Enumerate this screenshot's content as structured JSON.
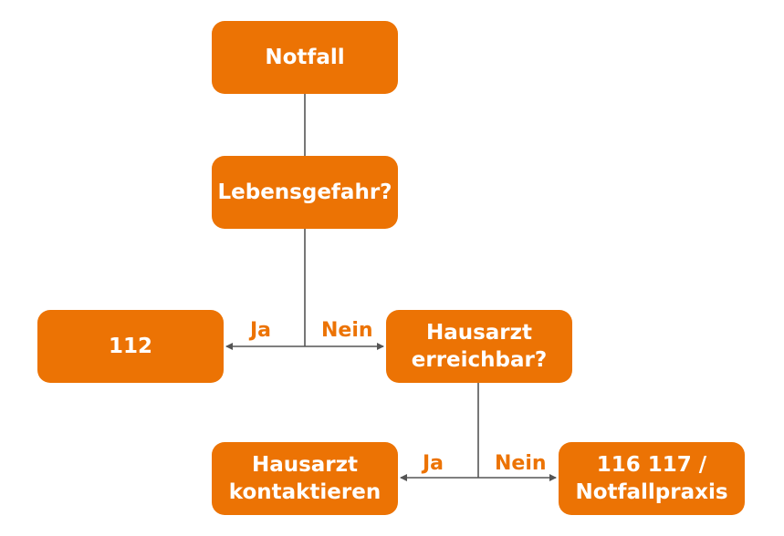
{
  "colors": {
    "box_fill": "#ec7304",
    "box_text": "#ffffff",
    "label_text": "#ec7304",
    "connector": "#555555"
  },
  "nodes": {
    "notfall": "Notfall",
    "lebensgefahr": "Lebensgefahr?",
    "notruf": "112",
    "hausarzt_erreichbar": {
      "line1": "Hausarzt",
      "line2": "erreichbar?"
    },
    "hausarzt_kontaktieren": {
      "line1": "Hausarzt",
      "line2": "kontaktieren"
    },
    "notfallpraxis": {
      "line1": "116 117 /",
      "line2": "Notfallpraxis"
    }
  },
  "edges": {
    "lebensgefahr_ja": "Ja",
    "lebensgefahr_nein": "Nein",
    "hausarzt_ja": "Ja",
    "hausarzt_nein": "Nein"
  }
}
